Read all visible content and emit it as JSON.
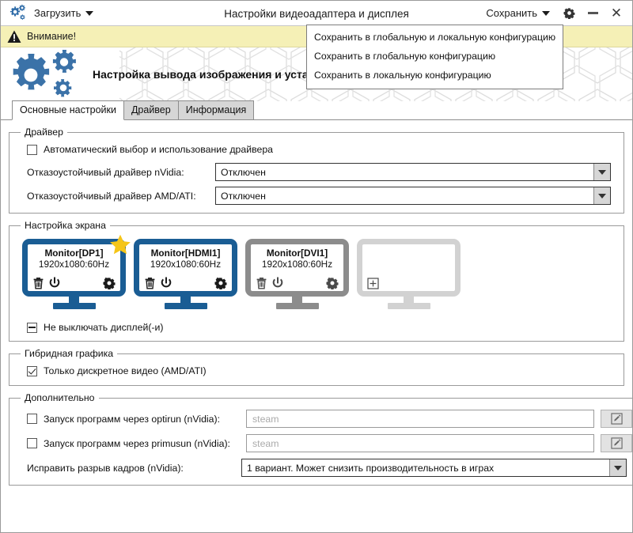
{
  "window": {
    "title": "Настройки видеоадаптера и дисплея",
    "load_menu_label": "Загрузить",
    "save_menu_label": "Сохранить",
    "app_icon": "gears-icon",
    "settings_icon": "gear-icon",
    "minimize_icon": "minimize-icon",
    "close_icon": "close-icon"
  },
  "save_dropdown": {
    "items": [
      {
        "label": "Сохранить в глобальную и локальную конфигурацию"
      },
      {
        "label": "Сохранить в глобальную конфигурацию"
      },
      {
        "label": "Сохранить в локальную конфигурацию"
      }
    ]
  },
  "warning": {
    "icon": "warning-triangle-icon",
    "text": "Внимание!",
    "background": "#f5f0b6"
  },
  "banner": {
    "logo_icon": "gears-logo-icon",
    "title": "Настройка вывода изображения и установка драйвера видеокарты"
  },
  "tabs": [
    {
      "label": "Основные настройки",
      "active": true
    },
    {
      "label": "Драйвер",
      "active": false
    },
    {
      "label": "Информация",
      "active": false
    }
  ],
  "driver_group": {
    "legend": "Драйвер",
    "auto_checkbox": {
      "label": "Автоматический выбор и использование драйвера",
      "state": "unchecked"
    },
    "nvidia": {
      "label": "Отказоустойчивый драйвер nVidia:",
      "value": "Отключен"
    },
    "amd": {
      "label": "Отказоустойчивый драйвер AMD/ATI:",
      "value": "Отключен"
    }
  },
  "screen_group": {
    "legend": "Настройка экрана",
    "monitors": [
      {
        "name": "Monitor[DP1]",
        "resolution": "1920x1080:60Hz",
        "state": "active",
        "primary": true,
        "color": "#1a5d94",
        "icons": [
          "trash-icon",
          "power-icon",
          "gear-icon"
        ]
      },
      {
        "name": "Monitor[HDMI1]",
        "resolution": "1920x1080:60Hz",
        "state": "active",
        "primary": false,
        "color": "#1a5d94",
        "icons": [
          "trash-icon",
          "power-icon",
          "gear-icon"
        ]
      },
      {
        "name": "Monitor[DVI1]",
        "resolution": "1920x1080:60Hz",
        "state": "disabled",
        "primary": false,
        "color": "#8c8c8c",
        "icons": [
          "trash-icon",
          "power-icon",
          "gear-icon"
        ]
      },
      {
        "name": "",
        "resolution": "",
        "state": "empty",
        "primary": false,
        "color": "#d2d2d2",
        "icons": [
          "plus-box-icon"
        ]
      }
    ],
    "keep_on_checkbox": {
      "label": "Не выключать дисплей(-и)",
      "state": "indeterminate"
    }
  },
  "hybrid_group": {
    "legend": "Гибридная графика",
    "discrete_checkbox": {
      "label": "Только дискретное видео (AMD/ATI)",
      "state": "checked"
    }
  },
  "extra_group": {
    "legend": "Дополнительно",
    "optirun": {
      "label": "Запуск программ через optirun (nVidia):",
      "state": "unchecked",
      "placeholder": "steam",
      "value": "",
      "edit_icon": "pencil-icon"
    },
    "primusrun": {
      "label": "Запуск программ через primusun (nVidia):",
      "state": "unchecked",
      "placeholder": "steam",
      "value": "",
      "edit_icon": "pencil-icon"
    },
    "tearfree": {
      "label": "Исправить разрыв кадров (nVidia):",
      "value": "1 вариант. Может снизить производительность в играх"
    }
  }
}
